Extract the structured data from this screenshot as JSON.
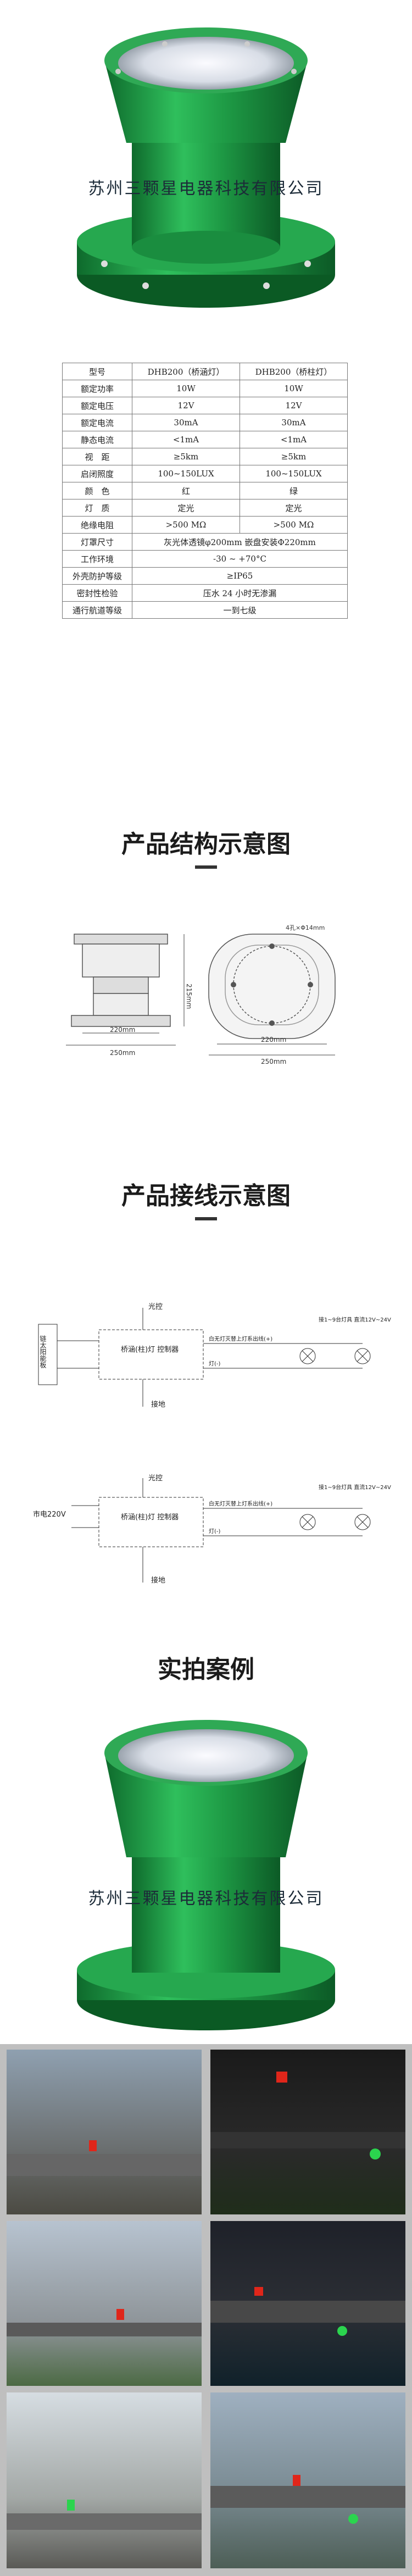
{
  "company_name": "苏州三颗星电器科技有限公司",
  "spec_table": {
    "header": [
      "型号",
      "DHB200（桥涵灯）",
      "DHB200（桥柱灯）"
    ],
    "rows": [
      [
        "额定功率",
        "10W",
        "10W"
      ],
      [
        "额定电压",
        "12V",
        "12V"
      ],
      [
        "额定电流",
        "30mA",
        "30mA"
      ],
      [
        "静态电流",
        "<1mA",
        "<1mA"
      ],
      [
        "视　距",
        "≥5km",
        "≥5km"
      ],
      [
        "启闭照度",
        "100~150LUX",
        "100~150LUX"
      ],
      [
        "颜　色",
        "红",
        "绿"
      ],
      [
        "灯　质",
        "定光",
        "定光"
      ],
      [
        "绝缘电阻",
        ">500 MΩ",
        ">500 MΩ"
      ],
      [
        "灯罩尺寸",
        "灰光体透镜φ200mm 嵌盘安装Φ220mm"
      ],
      [
        "工作环境",
        "-30 ~ +70°C"
      ],
      [
        "外壳防护等级",
        "≥IP65"
      ],
      [
        "密封性检验",
        "压水 24 小时无渗漏"
      ],
      [
        "通行航道等级",
        "一到七级"
      ]
    ]
  },
  "structure": {
    "title": "产品结构示意图",
    "dim_220": "220mm",
    "dim_250": "250mm",
    "dim_215": "215mm",
    "dim_220b": "220mm",
    "dim_250b": "250mm",
    "dim_holes": "4孔×Φ14mm"
  },
  "wiring": {
    "title": "产品接线示意图",
    "photo_control": "光控",
    "controller": "桥涵(柱)灯\n控制器",
    "ground": "接地",
    "solar_panel": "链太阳能板",
    "mains": "市电220V",
    "line_white": "白无灯灭替上灯系出线(+)",
    "line_black": "灯(-)",
    "lamp_note": "接1~9台灯具\n直流12V~24V"
  },
  "cases": {
    "title": "实拍案例"
  },
  "colors": {
    "lamp_green": "#1e9a45",
    "lamp_dark_green": "#137a33",
    "red_lamp": "#e0261a",
    "green_lamp": "#2bd44e"
  }
}
